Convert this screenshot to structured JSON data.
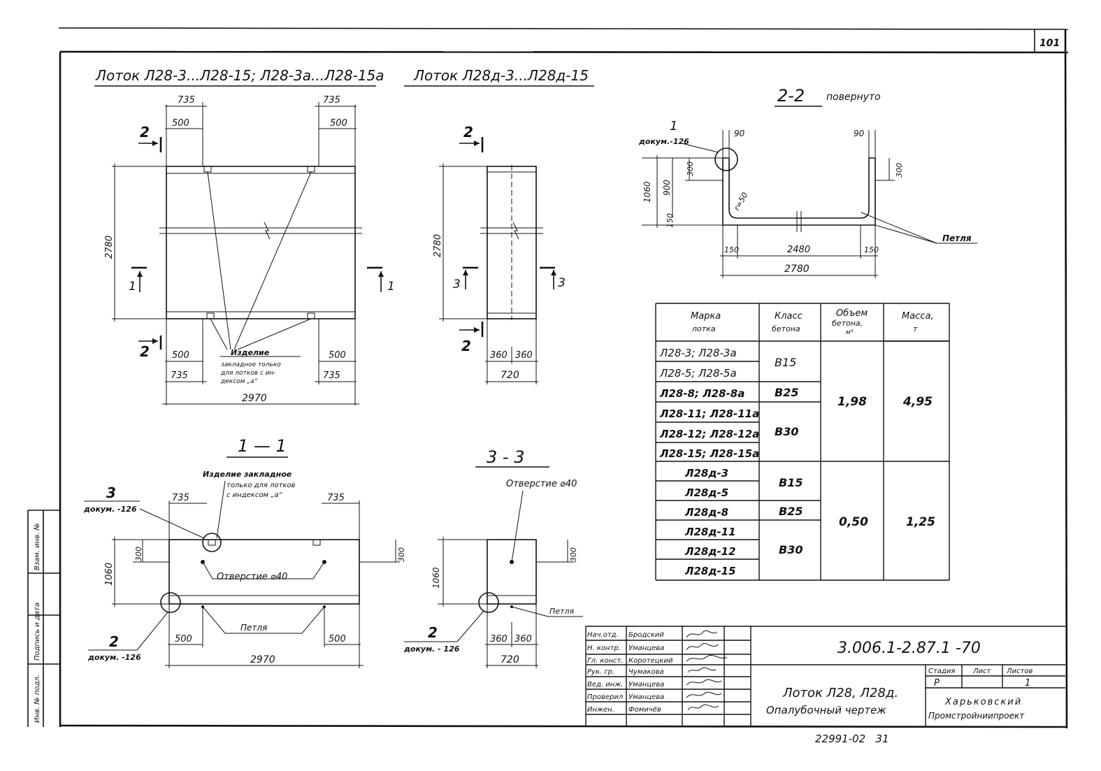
{
  "sheet_number": "101",
  "views": {
    "plan_l28": {
      "title": "Лоток Л28-3...Л28-15; Л28-3а...Л28-15а",
      "dims": {
        "top_735_left": "735",
        "top_735_right": "735",
        "top_500_left": "500",
        "top_500_right": "500",
        "height": "2780",
        "bot_500_left": "500",
        "bot_500_right": "500",
        "bot_735_left": "735",
        "bot_735_right": "735",
        "total": "2970"
      },
      "section_marks": {
        "s2_top": "2",
        "s2_bot": "2",
        "s1_left": "1",
        "s1_right": "1"
      },
      "note": [
        "Изделие",
        "закладное только",
        "для лотков с ин-",
        "дексом „а“"
      ]
    },
    "plan_l28d": {
      "title": "Лоток Л28д-3...Л28д-15",
      "dims": {
        "height": "2780",
        "w1": "360",
        "w2": "360",
        "total": "720"
      },
      "section_marks": {
        "s2_top": "2",
        "s2_bot": "2",
        "s3_left": "3",
        "s3_right": "3"
      }
    },
    "section_22": {
      "title": "2-2",
      "subtitle": "повернуто",
      "callout_num": "1",
      "callout_doc": "докум.-126",
      "dims": {
        "d90_left": "90",
        "d90_right": "90",
        "d1060": "1060",
        "d900": "900",
        "d300_left": "300",
        "d300_right": "300",
        "d150_v": "150",
        "r50": "r=50",
        "d150_left": "150",
        "d2480": "2480",
        "d150_right": "150",
        "d2780": "2780"
      },
      "loop_label": "Петля"
    },
    "section_11": {
      "title": "1 — 1",
      "note": [
        "Изделие закладное",
        "только для лотков",
        "с индексом „а“"
      ],
      "callout3_num": "3",
      "callout3_doc": "докум. -126",
      "callout2_num": "2",
      "callout2_doc": "докум. -126",
      "hole_label": "Отверстие ⌀40",
      "loop_label": "Петля",
      "dims": {
        "top_735_left": "735",
        "top_735_right": "735",
        "d1060": "1060",
        "d300_left": "300",
        "d300_right": "300",
        "bot_500_left": "500",
        "bot_500_right": "500",
        "total": "2970"
      }
    },
    "section_33": {
      "title": "3 - 3",
      "hole_label": "Отверстие ⌀40",
      "loop_label": "Петля",
      "callout_num": "2",
      "callout_doc": "докум. - 126",
      "dims": {
        "d1060": "1060",
        "d300": "300",
        "w1": "360",
        "w2": "360",
        "total": "720"
      }
    }
  },
  "spec_table": {
    "headers": [
      [
        "Марка",
        "лотка"
      ],
      [
        "Класс",
        "бетона"
      ],
      [
        "Объем",
        "бетона,",
        "м³"
      ],
      [
        "Масса,",
        "т"
      ]
    ],
    "group_a": {
      "marks": [
        "Л28-3; Л28-3а",
        "Л28-5; Л28-5а",
        "Л28-8; Л28-8а",
        "Л28-11; Л28-11а",
        "Л28-12; Л28-12а",
        "Л28-15; Л28-15а"
      ],
      "classes": [
        "B15",
        "B25",
        "B30"
      ],
      "volume": "1,98",
      "mass": "4,95"
    },
    "group_b": {
      "marks": [
        "Л28д-3",
        "Л28д-5",
        "Л28д-8",
        "Л28д-11",
        "Л28д-12",
        "Л28д-15"
      ],
      "classes": [
        "B15",
        "B25",
        "B30"
      ],
      "volume": "0,50",
      "mass": "1,25"
    }
  },
  "title_block": {
    "doc_code": "3.006.1-2.87.1 -70",
    "roles": [
      "Нач.отд.",
      "Н. контр.",
      "Гл. конст.",
      "Рук. гр.",
      "Вед. инж.",
      "Проверил",
      "Инжен."
    ],
    "names": [
      "Бродский",
      "Уманцева",
      "Коротецкий",
      "Чумакова",
      "Уманцева",
      "Уманцева",
      "Фомичёв"
    ],
    "product_name": [
      "Лоток Л28, Л28д.",
      "Опалубочный чертеж"
    ],
    "stage_header": "Стадия",
    "sheet_header": "Лист",
    "sheets_header": "Листов",
    "stage": "Р",
    "sheet": "",
    "sheets": "1",
    "org": [
      "Харьковский",
      "Промстройниипроект"
    ]
  },
  "side_stamp": [
    "Инв. № подл.",
    "Подпись и дата",
    "Взам. инв. №"
  ],
  "footer_code": "22991-02   31"
}
